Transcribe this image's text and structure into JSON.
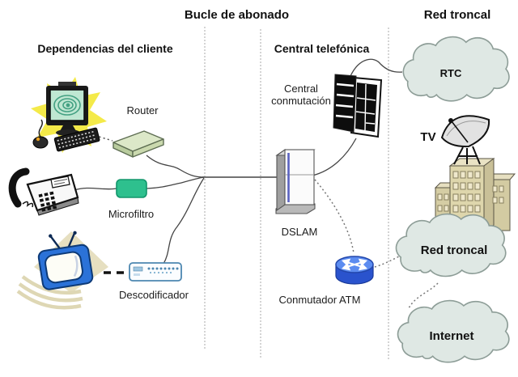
{
  "titles": {
    "bucle": "Bucle de abonado",
    "red_troncal": "Red troncal"
  },
  "sections": {
    "client": "Dependencias del cliente",
    "central": "Central telefónica"
  },
  "devices": {
    "router": "Router",
    "microfilter": "Microfiltro",
    "decoder": "Descodificador",
    "switching_center": "Central conmutación",
    "dslam": "DSLAM",
    "atm_switch": "Conmutador ATM"
  },
  "clouds": {
    "rtc": "RTC",
    "backbone": "Red troncal",
    "internet": "Internet"
  },
  "misc": {
    "tv": "TV"
  },
  "colors": {
    "microfilter_green": "#2ec08e",
    "atm_blue_top": "#5c8cf0",
    "atm_blue_body": "#2a53cd",
    "cloud_fill": "#dfe8e4",
    "cloud_stroke": "#8d9d97",
    "router_green": "#dce8c8",
    "building_tan": "#ded6ac",
    "tv_blue": "#2b72d8",
    "starburst_yellow": "#f4ea49"
  }
}
